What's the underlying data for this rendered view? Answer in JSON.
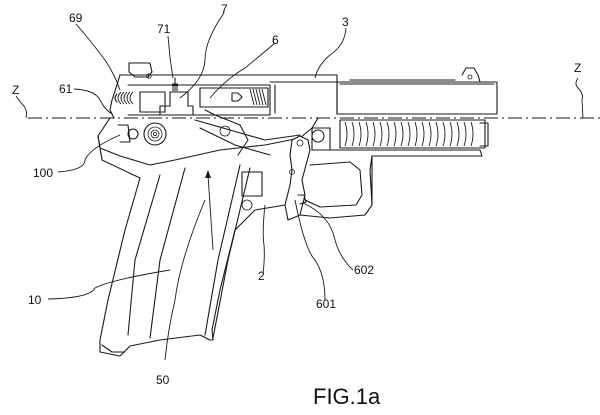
{
  "figure": {
    "caption": "FIG.1a",
    "subject": "pistol cross-section patent drawing",
    "axis_label_left": "Z",
    "axis_label_right": "Z"
  },
  "reference_numerals": [
    {
      "id": "69",
      "text": "69"
    },
    {
      "id": "71",
      "text": "71"
    },
    {
      "id": "7",
      "text": "7"
    },
    {
      "id": "6",
      "text": "6"
    },
    {
      "id": "3",
      "text": "3"
    },
    {
      "id": "61",
      "text": "61"
    },
    {
      "id": "100",
      "text": "100"
    },
    {
      "id": "10",
      "text": "10"
    },
    {
      "id": "50",
      "text": "50"
    },
    {
      "id": "2",
      "text": "2"
    },
    {
      "id": "601",
      "text": "601"
    },
    {
      "id": "602",
      "text": "602"
    }
  ]
}
